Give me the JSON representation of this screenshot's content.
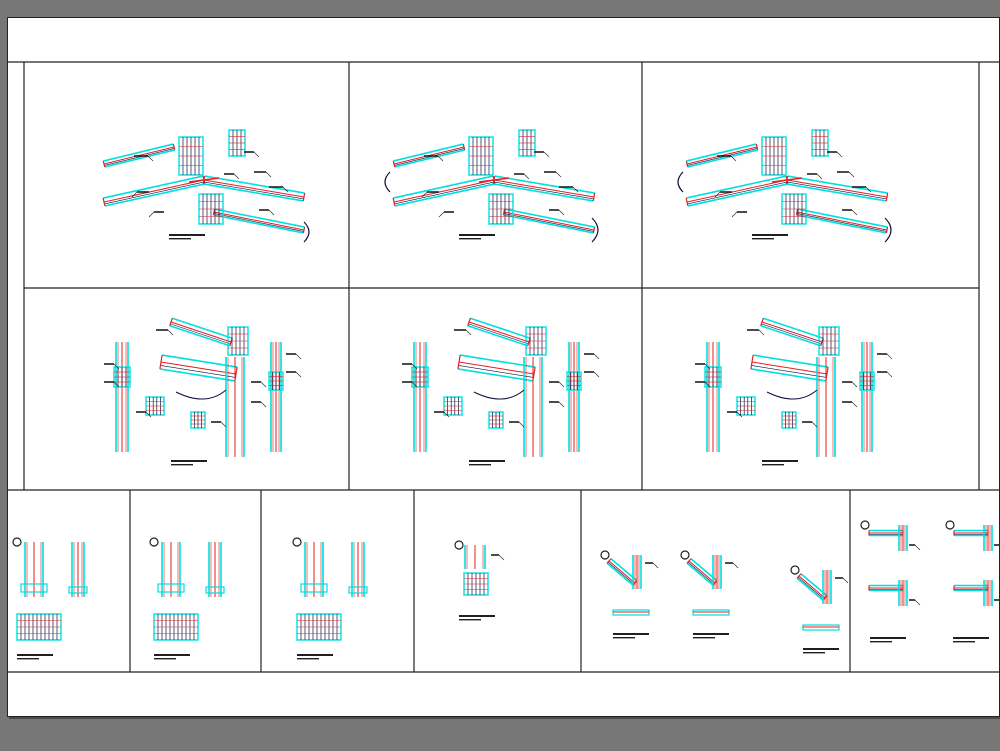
{
  "sheet": {
    "background": "#777777",
    "paper": "#ffffff",
    "frame_color": "#222222",
    "colors": {
      "steel_cyan": "#00e0e0",
      "rebar_red": "#e02020",
      "ink_navy": "#101040",
      "callout_dark": "#202020"
    }
  },
  "rows": [
    {
      "name": "roof-ridge-details",
      "panels": [
        {
          "id": "ridge-1",
          "caption": "",
          "variant": "plain"
        },
        {
          "id": "ridge-2",
          "caption": "",
          "variant": "arrows"
        },
        {
          "id": "ridge-3",
          "caption": "",
          "variant": "arrows"
        }
      ]
    },
    {
      "name": "column-connection-details",
      "panels": [
        {
          "id": "column-1",
          "caption": ""
        },
        {
          "id": "column-2",
          "caption": ""
        },
        {
          "id": "column-3",
          "caption": ""
        }
      ]
    },
    {
      "name": "small-details",
      "panels": [
        {
          "id": "detail-a",
          "caption": ""
        },
        {
          "id": "detail-b",
          "caption": ""
        },
        {
          "id": "detail-c",
          "caption": ""
        },
        {
          "id": "detail-d",
          "caption": ""
        },
        {
          "id": "detail-e",
          "caption": ""
        },
        {
          "id": "detail-f",
          "caption": ""
        }
      ]
    }
  ]
}
